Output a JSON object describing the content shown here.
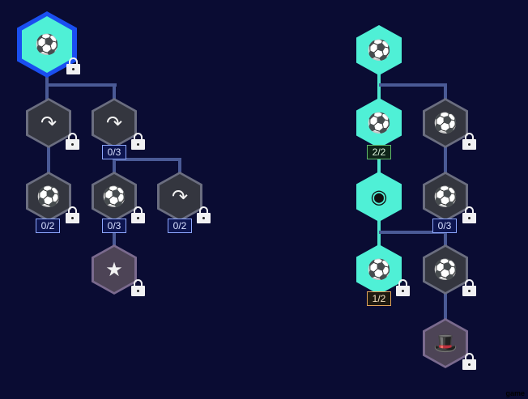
{
  "left_tree": {
    "root": {
      "icon": "curve-shot-ball-icon",
      "state": "selected"
    },
    "nodes": [
      {
        "icon": "curve-pass-icon",
        "progress": null
      },
      {
        "icon": "curve-pass-icon",
        "progress": "0/3"
      },
      {
        "icon": "curve-shot-ball-icon",
        "progress": "0/2"
      },
      {
        "icon": "curve-shot-ball-icon",
        "progress": "0/3"
      },
      {
        "icon": "curve-pass-icon",
        "progress": "0/2"
      },
      {
        "icon": "star-card-icon",
        "progress": null
      }
    ]
  },
  "right_tree": {
    "nodes": [
      {
        "icon": "boot-kick-icon",
        "progress": null
      },
      {
        "icon": "boot-kick-icon",
        "progress": "2/2"
      },
      {
        "icon": "power-shot-icon",
        "progress": null
      },
      {
        "icon": "eye-icon",
        "progress": null
      },
      {
        "icon": "power-shot-icon",
        "progress": "0/3"
      },
      {
        "icon": "boot-kick-icon",
        "progress": "1/2"
      },
      {
        "icon": "power-shot-icon",
        "progress": null
      },
      {
        "icon": "top-hat-ball-icon",
        "progress": null
      }
    ]
  },
  "colors": {
    "background": "#0a0c33",
    "active": "#4ff0d6",
    "selected_border": "#1a4ff0",
    "connector": "#4a5a96"
  },
  "watermark": "game"
}
